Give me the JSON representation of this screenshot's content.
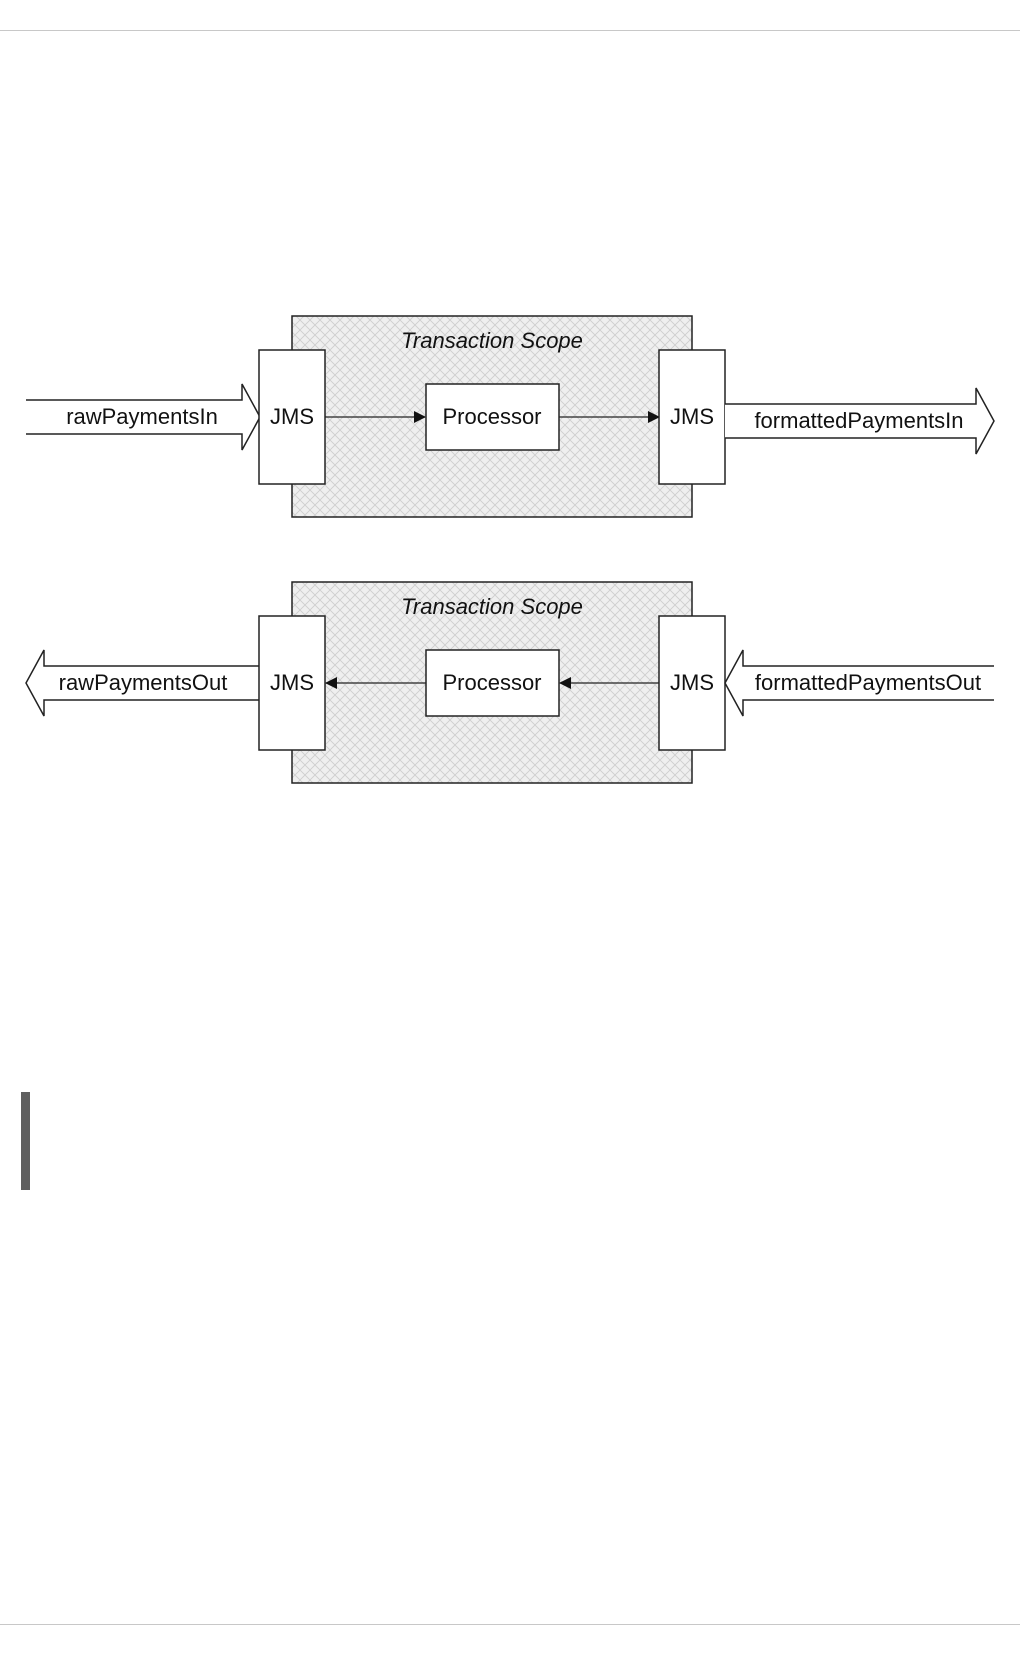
{
  "diagrams": [
    {
      "scope_label": "Transaction Scope",
      "left_queue": "rawPaymentsIn",
      "left_endpoint": "JMS",
      "processor": "Processor",
      "right_endpoint": "JMS",
      "right_queue": "formattedPaymentsIn",
      "flow_direction": "left-to-right"
    },
    {
      "scope_label": "Transaction Scope",
      "left_queue": "rawPaymentsOut",
      "left_endpoint": "JMS",
      "processor": "Processor",
      "right_endpoint": "JMS",
      "right_queue": "formattedPaymentsOut",
      "flow_direction": "right-to-left"
    }
  ],
  "colors": {
    "scope_fill": "#efefef",
    "hatch": "#cdcdcd",
    "stroke": "#222222"
  }
}
